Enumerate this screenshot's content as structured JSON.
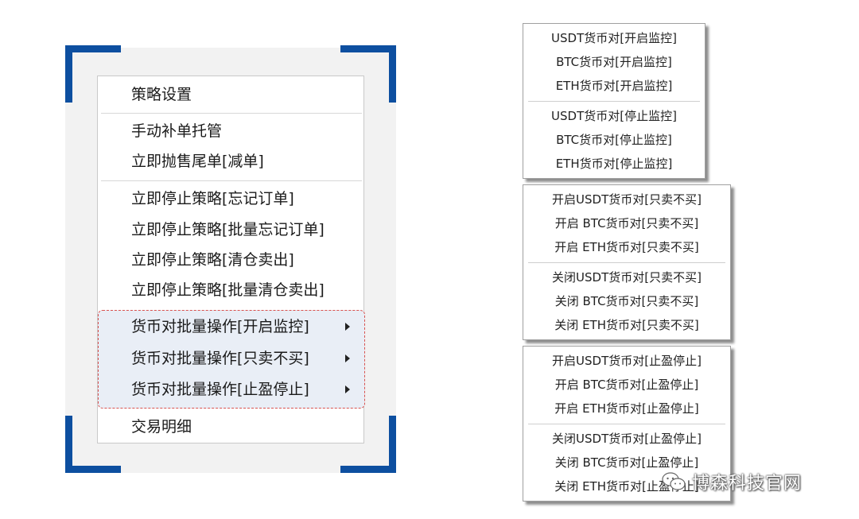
{
  "main_menu": {
    "items": [
      "策略设置",
      "手动补单托管",
      "立即抛售尾单[减单]",
      "立即停止策略[忘记订单]",
      "立即停止策略[批量忘记订单]",
      "立即停止策略[清仓卖出]",
      "立即停止策略[批量清仓卖出]",
      "货币对批量操作[开启监控]",
      "货币对批量操作[只卖不买]",
      "货币对批量操作[止盈停止]",
      "交易明细"
    ]
  },
  "submenu_monitor": {
    "items": [
      "USDT货币对[开启监控]",
      "BTC货币对[开启监控]",
      "ETH货币对[开启监控]",
      "USDT货币对[停止监控]",
      "BTC货币对[停止监控]",
      "ETH货币对[停止监控]"
    ]
  },
  "submenu_sell_only": {
    "items": [
      "开启USDT货币对[只卖不买]",
      "开启 BTC货币对[只卖不买]",
      "开启 ETH货币对[只卖不买]",
      "关闭USDT货币对[只卖不买]",
      "关闭 BTC货币对[只卖不买]",
      "关闭 ETH货币对[只卖不买]"
    ]
  },
  "submenu_take_profit": {
    "items": [
      "开启USDT货币对[止盈停止]",
      "开启 BTC货币对[止盈停止]",
      "开启 ETH货币对[止盈停止]",
      "关闭USDT货币对[止盈停止]",
      "关闭 BTC货币对[止盈停止]",
      "关闭 ETH货币对[止盈停止]"
    ]
  },
  "watermark": {
    "text": "博森科技官网",
    "icon": "wechat-icon"
  },
  "colors": {
    "frame_corner": "#0d4fa0",
    "group_highlight": "#e9eef6",
    "group_border": "#d9534f"
  }
}
